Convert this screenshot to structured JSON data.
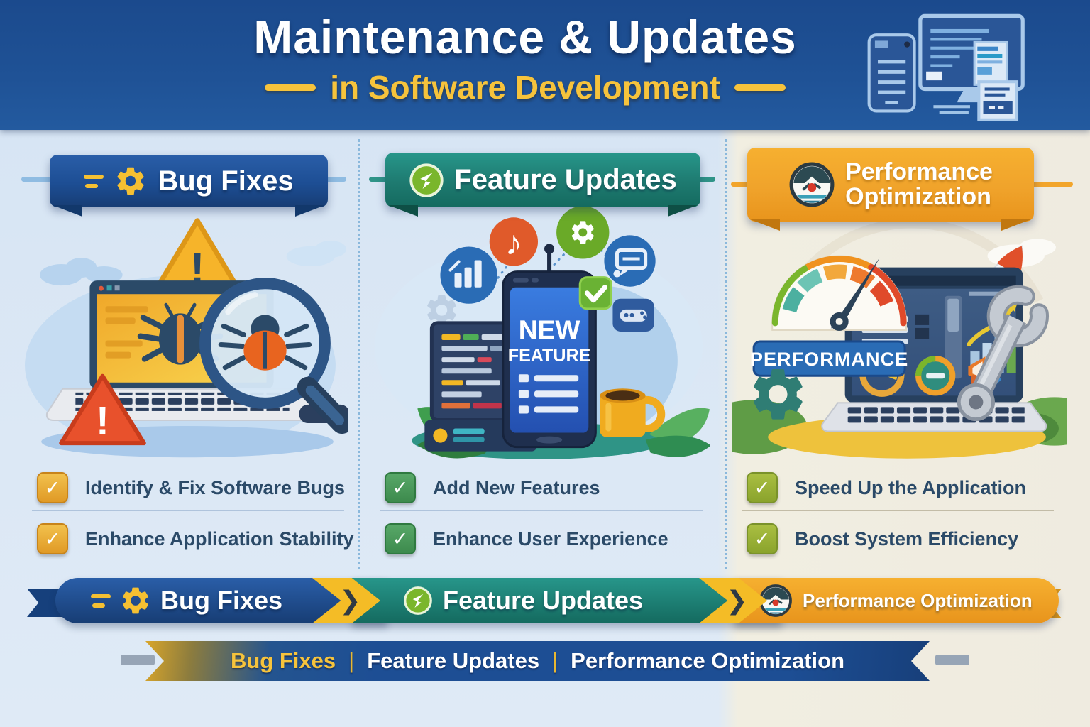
{
  "header": {
    "title": "Maintenance & Updates",
    "subtitle": "in Software Development",
    "colors": {
      "bg": "#1e4f93",
      "title": "#ffffff",
      "subtitle": "#f6c33c"
    }
  },
  "icons": {
    "warning": "!",
    "check": "✓",
    "chevron": "❯",
    "music_note": "♪",
    "gear": "gear-icon",
    "gauge": "gauge-icon",
    "update_arrow": "update-arrow-icon",
    "devices": "responsive-devices-icon"
  },
  "columns": [
    {
      "title": "Bug Fixes",
      "banner_color": "#1d4e94",
      "check_color": "#e8a53c",
      "items": [
        "Identify & Fix Software Bugs",
        "Enhance Application Stability"
      ]
    },
    {
      "title": "Feature Updates",
      "banner_color": "#1e7a70",
      "check_color": "#4d9f5f",
      "phone_label_lines": [
        "NEW",
        "FEATURE"
      ],
      "items": [
        "Add New Features",
        "Enhance User Experience"
      ]
    },
    {
      "title": "Performance Optimization",
      "title_lines": [
        "Performance",
        "Optimization"
      ],
      "banner_color": "#f0a32b",
      "check_color": "#97ad3a",
      "gauge_badge": "PERFORMANCE",
      "items": [
        "Speed Up the Application",
        "Boost System Efficiency"
      ]
    }
  ],
  "flow_bar": {
    "steps": [
      {
        "label": "Bug Fixes",
        "color": "#1d4e94"
      },
      {
        "label": "Feature Updates",
        "color": "#1e7a70"
      },
      {
        "label": "Performance Optimization",
        "color": "#f0a32b"
      }
    ],
    "arrow_color": "#f4bc26"
  },
  "footer_ribbon": {
    "labels": [
      "Bug Fixes",
      "Feature Updates",
      "Performance Optimization"
    ],
    "separator": "|",
    "bg_color": "#1d4e94",
    "highlight_color": "#f6c33c"
  }
}
